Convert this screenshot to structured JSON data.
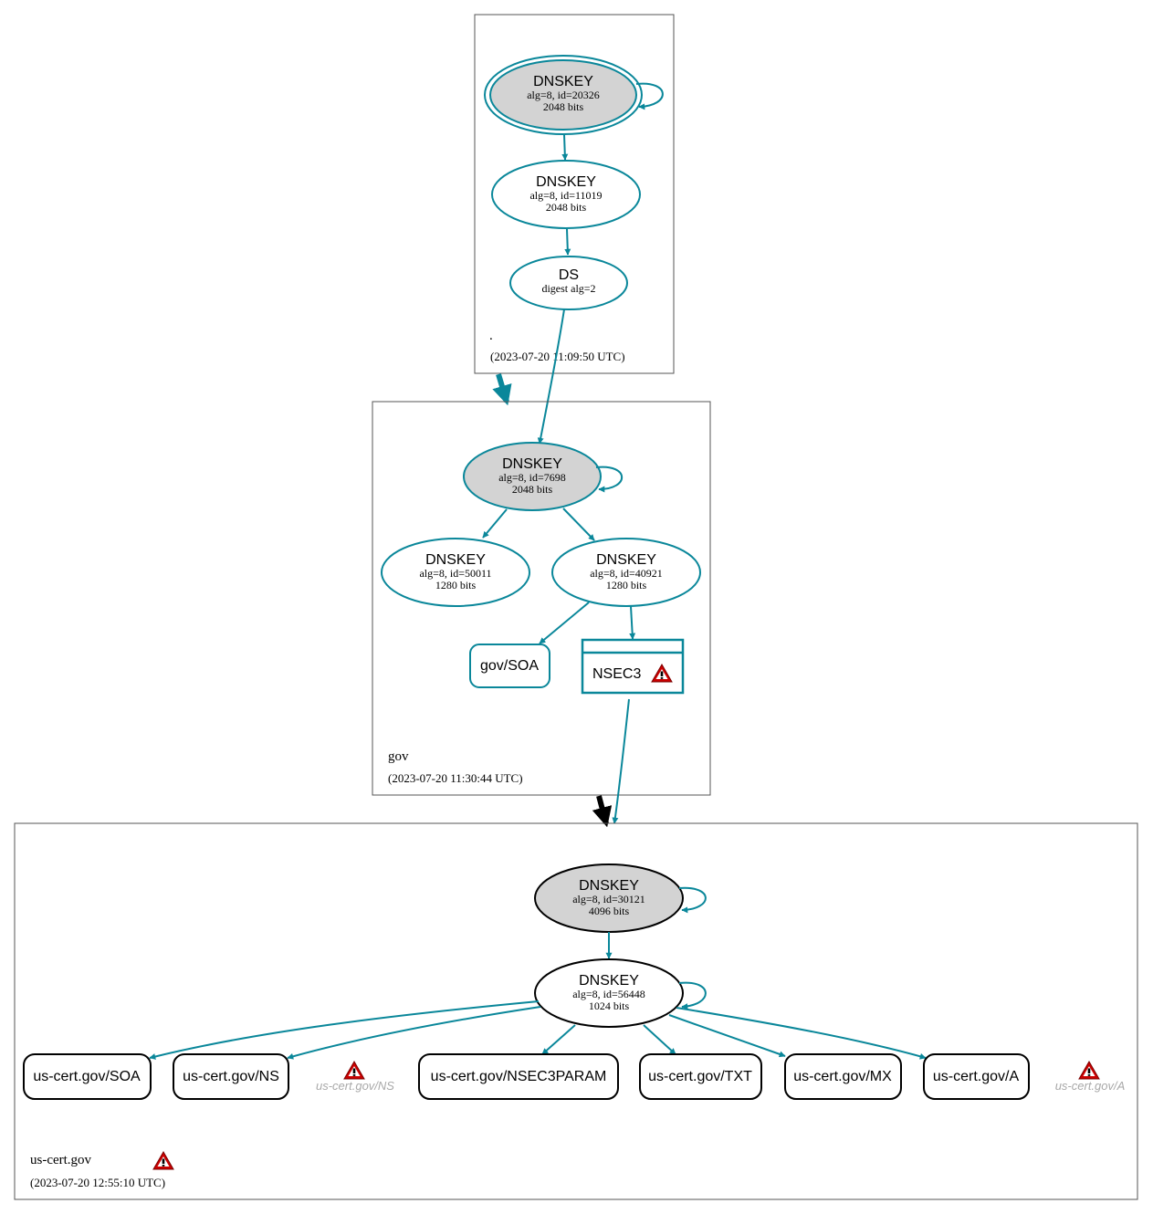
{
  "colors": {
    "edge": "#0a879a",
    "secure": "#0a879a",
    "insecure": "#000000",
    "ksk_fill": "#d3d3d3",
    "zone_border": "#555555",
    "warning": "#cc0000",
    "ghost_text": "#a9a9a9"
  },
  "zones": {
    "root": {
      "name": ".",
      "timestamp": "(2023-07-20 11:09:50 UTC)",
      "nodes": {
        "ksk": {
          "title": "DNSKEY",
          "sub1": "alg=8, id=20326",
          "sub2": "2048 bits"
        },
        "zsk": {
          "title": "DNSKEY",
          "sub1": "alg=8, id=11019",
          "sub2": "2048 bits"
        },
        "ds": {
          "title": "DS",
          "sub1": "digest alg=2"
        }
      }
    },
    "gov": {
      "name": "gov",
      "timestamp": "(2023-07-20 11:30:44 UTC)",
      "nodes": {
        "ksk": {
          "title": "DNSKEY",
          "sub1": "alg=8, id=7698",
          "sub2": "2048 bits"
        },
        "zsk1": {
          "title": "DNSKEY",
          "sub1": "alg=8, id=50011",
          "sub2": "1280 bits"
        },
        "zsk2": {
          "title": "DNSKEY",
          "sub1": "alg=8, id=40921",
          "sub2": "1280 bits"
        },
        "soa": {
          "label": "gov/SOA"
        },
        "nsec3": {
          "label": "NSEC3",
          "icon": "warning-icon"
        }
      }
    },
    "uscert": {
      "name": "us-cert.gov",
      "timestamp": "(2023-07-20 12:55:10 UTC)",
      "icon": "warning-icon",
      "nodes": {
        "ksk": {
          "title": "DNSKEY",
          "sub1": "alg=8, id=30121",
          "sub2": "4096 bits"
        },
        "zsk": {
          "title": "DNSKEY",
          "sub1": "alg=8, id=56448",
          "sub2": "1024 bits"
        },
        "soa": {
          "label": "us-cert.gov/SOA"
        },
        "ns": {
          "label": "us-cert.gov/NS"
        },
        "ns_ghost": {
          "label": "us-cert.gov/NS",
          "icon": "warning-icon"
        },
        "nsec3param": {
          "label": "us-cert.gov/NSEC3PARAM"
        },
        "txt": {
          "label": "us-cert.gov/TXT"
        },
        "mx": {
          "label": "us-cert.gov/MX"
        },
        "a": {
          "label": "us-cert.gov/A"
        },
        "a_ghost": {
          "label": "us-cert.gov/A",
          "icon": "warning-icon"
        }
      }
    }
  }
}
